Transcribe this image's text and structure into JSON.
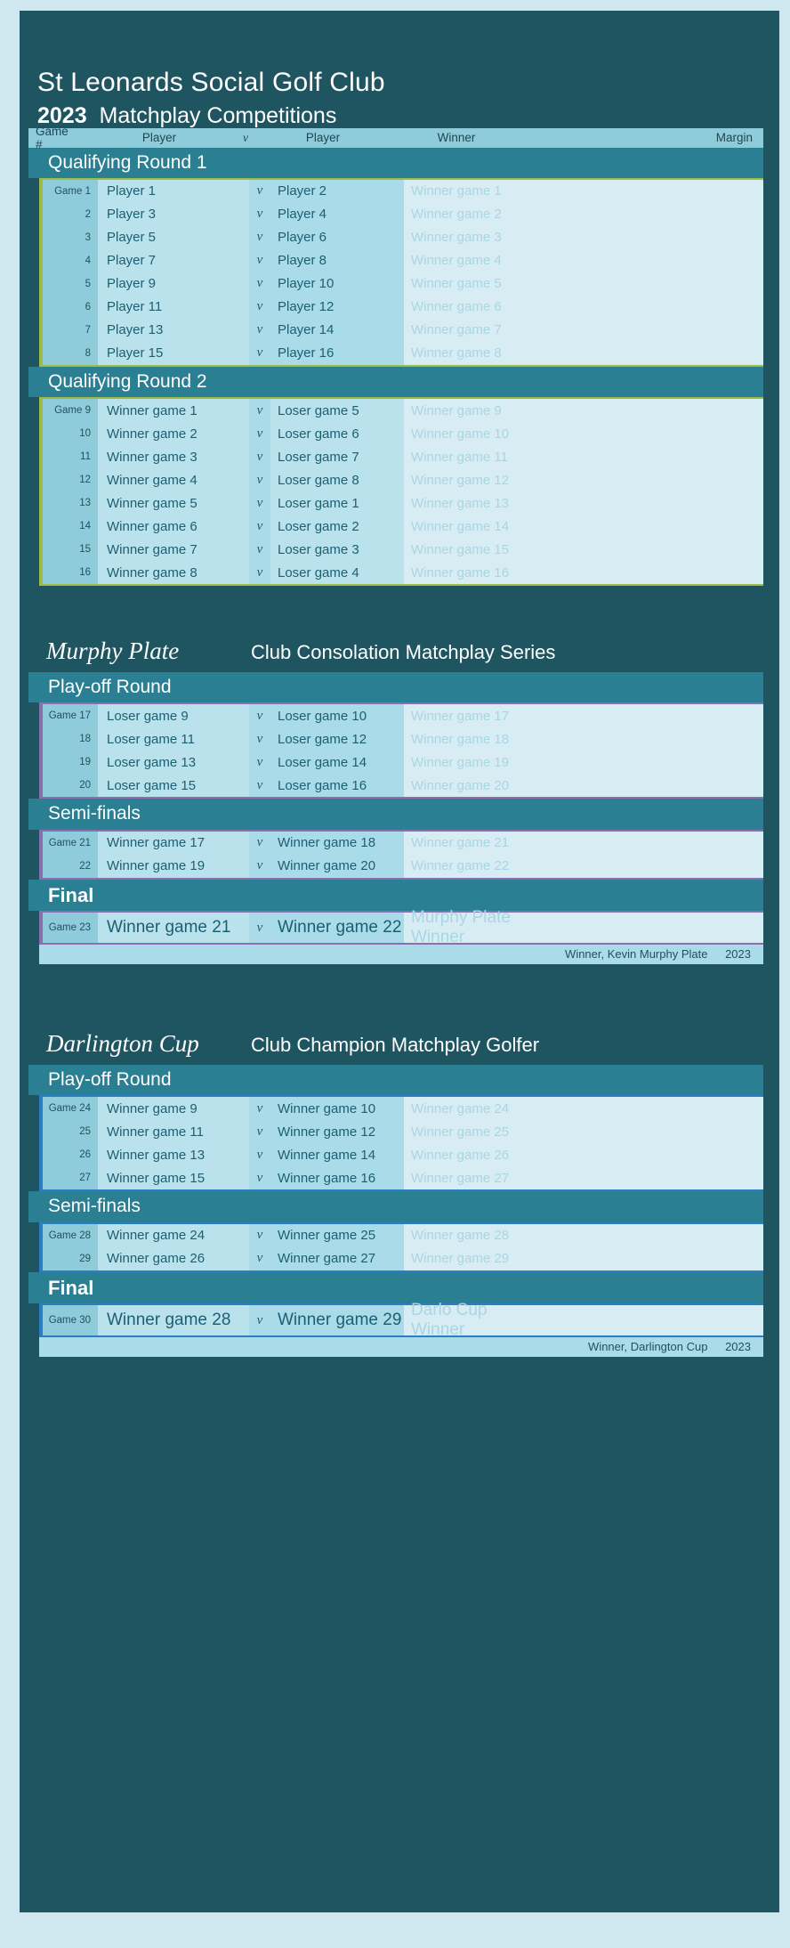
{
  "club": {
    "name": "St Leonards Social Golf Club",
    "year": "2023",
    "subtitle": "Matchplay Competitions"
  },
  "colors": {
    "page_bg": "#cfe7ee",
    "card_bg": "#1f5561",
    "section_bar": "#2b7f93",
    "header_band": "#8ecbdb",
    "row_bg": "#a9dbe8",
    "winner_col_bg": "#d8edf3",
    "accent_qualifying": "#9dbb45",
    "accent_murphy": "#8a6fae",
    "accent_darlington": "#2a7fc4"
  },
  "table_header": {
    "game": "Game #",
    "player1": "Player",
    "v": "v",
    "player2": "Player",
    "winner": "Winner",
    "margin": "Margin"
  },
  "vs_symbol": "v",
  "sections": [
    {
      "title": "Qualifying Round 1",
      "accent": "olive",
      "rows": [
        {
          "game": "Game 1",
          "p1": "Player 1",
          "p2": "Player 2",
          "winner": "Winner game 1",
          "margin": ""
        },
        {
          "game": "2",
          "p1": "Player 3",
          "p2": "Player 4",
          "winner": "Winner game 2",
          "margin": ""
        },
        {
          "game": "3",
          "p1": "Player 5",
          "p2": "Player 6",
          "winner": "Winner game 3",
          "margin": ""
        },
        {
          "game": "4",
          "p1": "Player 7",
          "p2": "Player 8",
          "winner": "Winner game 4",
          "margin": ""
        },
        {
          "game": "5",
          "p1": "Player 9",
          "p2": "Player 10",
          "winner": "Winner game 5",
          "margin": ""
        },
        {
          "game": "6",
          "p1": "Player 11",
          "p2": "Player 12",
          "winner": "Winner game 6",
          "margin": ""
        },
        {
          "game": "7",
          "p1": "Player 13",
          "p2": "Player 14",
          "winner": "Winner game 7",
          "margin": ""
        },
        {
          "game": "8",
          "p1": "Player 15",
          "p2": "Player 16",
          "winner": "Winner game 8",
          "margin": ""
        }
      ]
    },
    {
      "title": "Qualifying Round 2",
      "accent": "olive",
      "rows": [
        {
          "game": "Game 9",
          "p1": "Winner game 1",
          "p2": "Loser game 5",
          "winner": "Winner game 9",
          "margin": ""
        },
        {
          "game": "10",
          "p1": "Winner game 2",
          "p2": "Loser game 6",
          "winner": "Winner game 10",
          "margin": ""
        },
        {
          "game": "11",
          "p1": "Winner game 3",
          "p2": "Loser game 7",
          "winner": "Winner game 11",
          "margin": ""
        },
        {
          "game": "12",
          "p1": "Winner game 4",
          "p2": "Loser game 8",
          "winner": "Winner game 12",
          "margin": ""
        },
        {
          "game": "13",
          "p1": "Winner game 5",
          "p2": "Loser game 1",
          "winner": "Winner game 13",
          "margin": ""
        },
        {
          "game": "14",
          "p1": "Winner game 6",
          "p2": "Loser game 2",
          "winner": "Winner game 14",
          "margin": ""
        },
        {
          "game": "15",
          "p1": "Winner game 7",
          "p2": "Loser game 3",
          "winner": "Winner game 15",
          "margin": ""
        },
        {
          "game": "16",
          "p1": "Winner game 8",
          "p2": "Loser game 4",
          "winner": "Winner game 16",
          "margin": ""
        }
      ]
    }
  ],
  "murphy": {
    "trophy": "Murphy Plate",
    "tagline": "Club Consolation Matchplay Series",
    "playoff": {
      "title": "Play-off Round",
      "rows": [
        {
          "game": "Game 17",
          "p1": "Loser game 9",
          "p2": "Loser game 10",
          "winner": "Winner game 17",
          "margin": ""
        },
        {
          "game": "18",
          "p1": "Loser game 11",
          "p2": "Loser game 12",
          "winner": "Winner game 18",
          "margin": ""
        },
        {
          "game": "19",
          "p1": "Loser game 13",
          "p2": "Loser game 14",
          "winner": "Winner game 19",
          "margin": ""
        },
        {
          "game": "20",
          "p1": "Loser game 15",
          "p2": "Loser game 16",
          "winner": "Winner game 20",
          "margin": ""
        }
      ]
    },
    "semis": {
      "title": "Semi-finals",
      "rows": [
        {
          "game": "Game 21",
          "p1": "Winner game 17",
          "p2": "Winner game 18",
          "winner": "Winner game 21",
          "margin": ""
        },
        {
          "game": "22",
          "p1": "Winner game 19",
          "p2": "Winner game 20",
          "winner": "Winner game 22",
          "margin": ""
        }
      ]
    },
    "final": {
      "title": "Final",
      "row": {
        "game": "Game 23",
        "p1": "Winner game 21",
        "p2": "Winner game 22",
        "winner": "Murphy Plate Winner",
        "margin": ""
      },
      "caption": "Winner, Kevin Murphy Plate",
      "caption_year": "2023"
    }
  },
  "darlington": {
    "trophy": "Darlington Cup",
    "tagline": "Club Champion Matchplay Golfer",
    "playoff": {
      "title": "Play-off Round",
      "rows": [
        {
          "game": "Game 24",
          "p1": "Winner game 9",
          "p2": "Winner game 10",
          "winner": "Winner game 24",
          "margin": ""
        },
        {
          "game": "25",
          "p1": "Winner game 11",
          "p2": "Winner game 12",
          "winner": "Winner game 25",
          "margin": ""
        },
        {
          "game": "26",
          "p1": "Winner game 13",
          "p2": "Winner game 14",
          "winner": "Winner game 26",
          "margin": ""
        },
        {
          "game": "27",
          "p1": "Winner game 15",
          "p2": "Winner game 16",
          "winner": "Winner game 27",
          "margin": ""
        }
      ]
    },
    "semis": {
      "title": "Semi-finals",
      "rows": [
        {
          "game": "Game 28",
          "p1": "Winner game 24",
          "p2": "Winner game 25",
          "winner": "Winner game 28",
          "margin": ""
        },
        {
          "game": "29",
          "p1": "Winner game 26",
          "p2": "Winner game 27",
          "winner": "Winner game 29",
          "margin": ""
        }
      ]
    },
    "final": {
      "title": "Final",
      "row": {
        "game": "Game 30",
        "p1": "Winner game 28",
        "p2": "Winner game 29",
        "winner": "Darlo Cup Winner",
        "margin": ""
      },
      "caption": "Winner, Darlington Cup",
      "caption_year": "2023"
    }
  }
}
